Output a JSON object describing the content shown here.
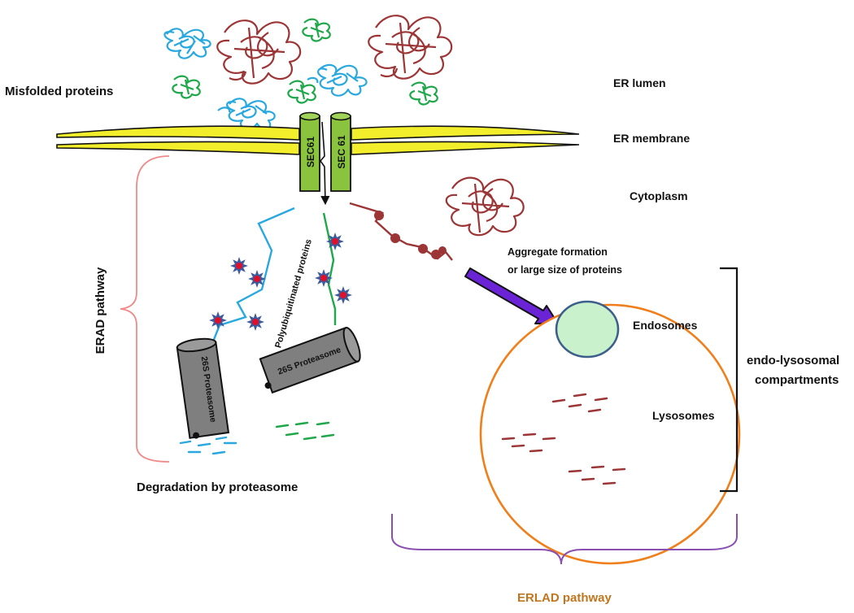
{
  "labels": {
    "misfolded": "Misfolded proteins",
    "er_lumen": "ER lumen",
    "er_membrane": "ER membrane",
    "cytoplasm": "Cytoplasm",
    "aggregate_line1": "Aggregate formation",
    "aggregate_line2": "or large size of proteins",
    "endosomes": "Endosomes",
    "lysosomes": "Lysosomes",
    "endo_lyso_line1": "endo-lysosomal",
    "endo_lyso_line2": "compartments",
    "erad": "ERAD pathway",
    "erlad": "ERLAD pathway",
    "degradation": "Degradation by proteasome",
    "polyubiquitinated": "Polyubiquitinated proteins",
    "sec61_left": "SEC61",
    "sec61_right": "SEC 61",
    "proteasome_left": "26S Proteasome",
    "proteasome_right": "26S Proteasome"
  },
  "colors": {
    "membrane_yellow": "#f2ee2c",
    "channel_green": "#8ac43f",
    "protein_blue": "#29a8e0",
    "protein_green": "#1fa84a",
    "protein_brown": "#9c3535",
    "ubiquitin_star": "#3d5a9c",
    "ubiquitin_core": "#e0102a",
    "proteasome_gray": "#7f7f7f",
    "endosome_fill": "#c9f2cc",
    "endosome_stroke": "#3b5e8c",
    "lysosome_stroke": "#f07f1b",
    "erad_brace": "#f08a8a",
    "erlad_brace": "#8a4fb0",
    "erlad_text": "#c0761e",
    "arrow_fill": "#6a24d6"
  }
}
